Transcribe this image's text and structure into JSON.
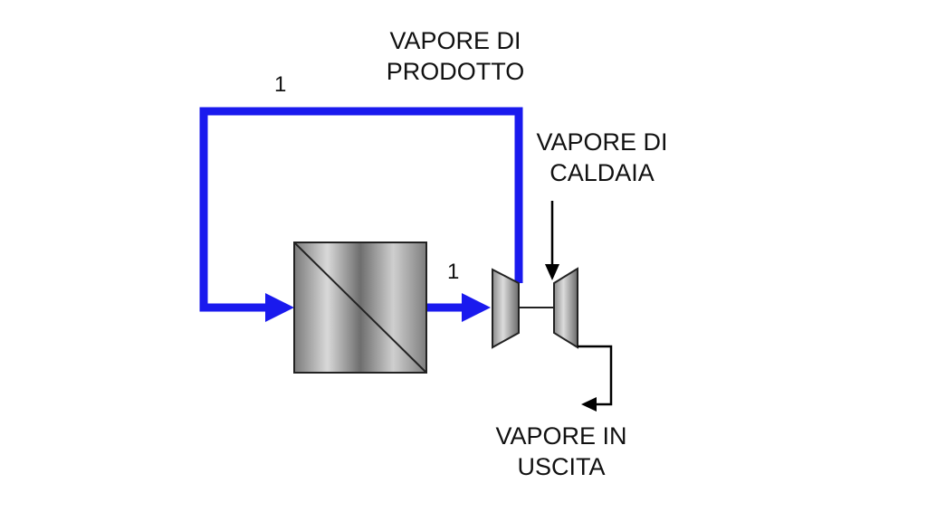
{
  "labels": {
    "product_steam_line1": "VAPORE DI",
    "product_steam_line2": "PRODOTTO",
    "boiler_steam_line1": "VAPORE DI",
    "boiler_steam_line2": "CALDAIA",
    "outlet_steam_line1": "VAPORE IN",
    "outlet_steam_line2": "USCITA",
    "stream_top": "1",
    "stream_mid": "1"
  },
  "colors": {
    "main_stream": "#1a1aee",
    "aux_stream": "#000000",
    "equipment_outline": "#222222"
  },
  "icons": {
    "exchanger": "heat-exchanger-icon",
    "compressor": "compressor-icon",
    "turbine": "turbine-icon"
  }
}
